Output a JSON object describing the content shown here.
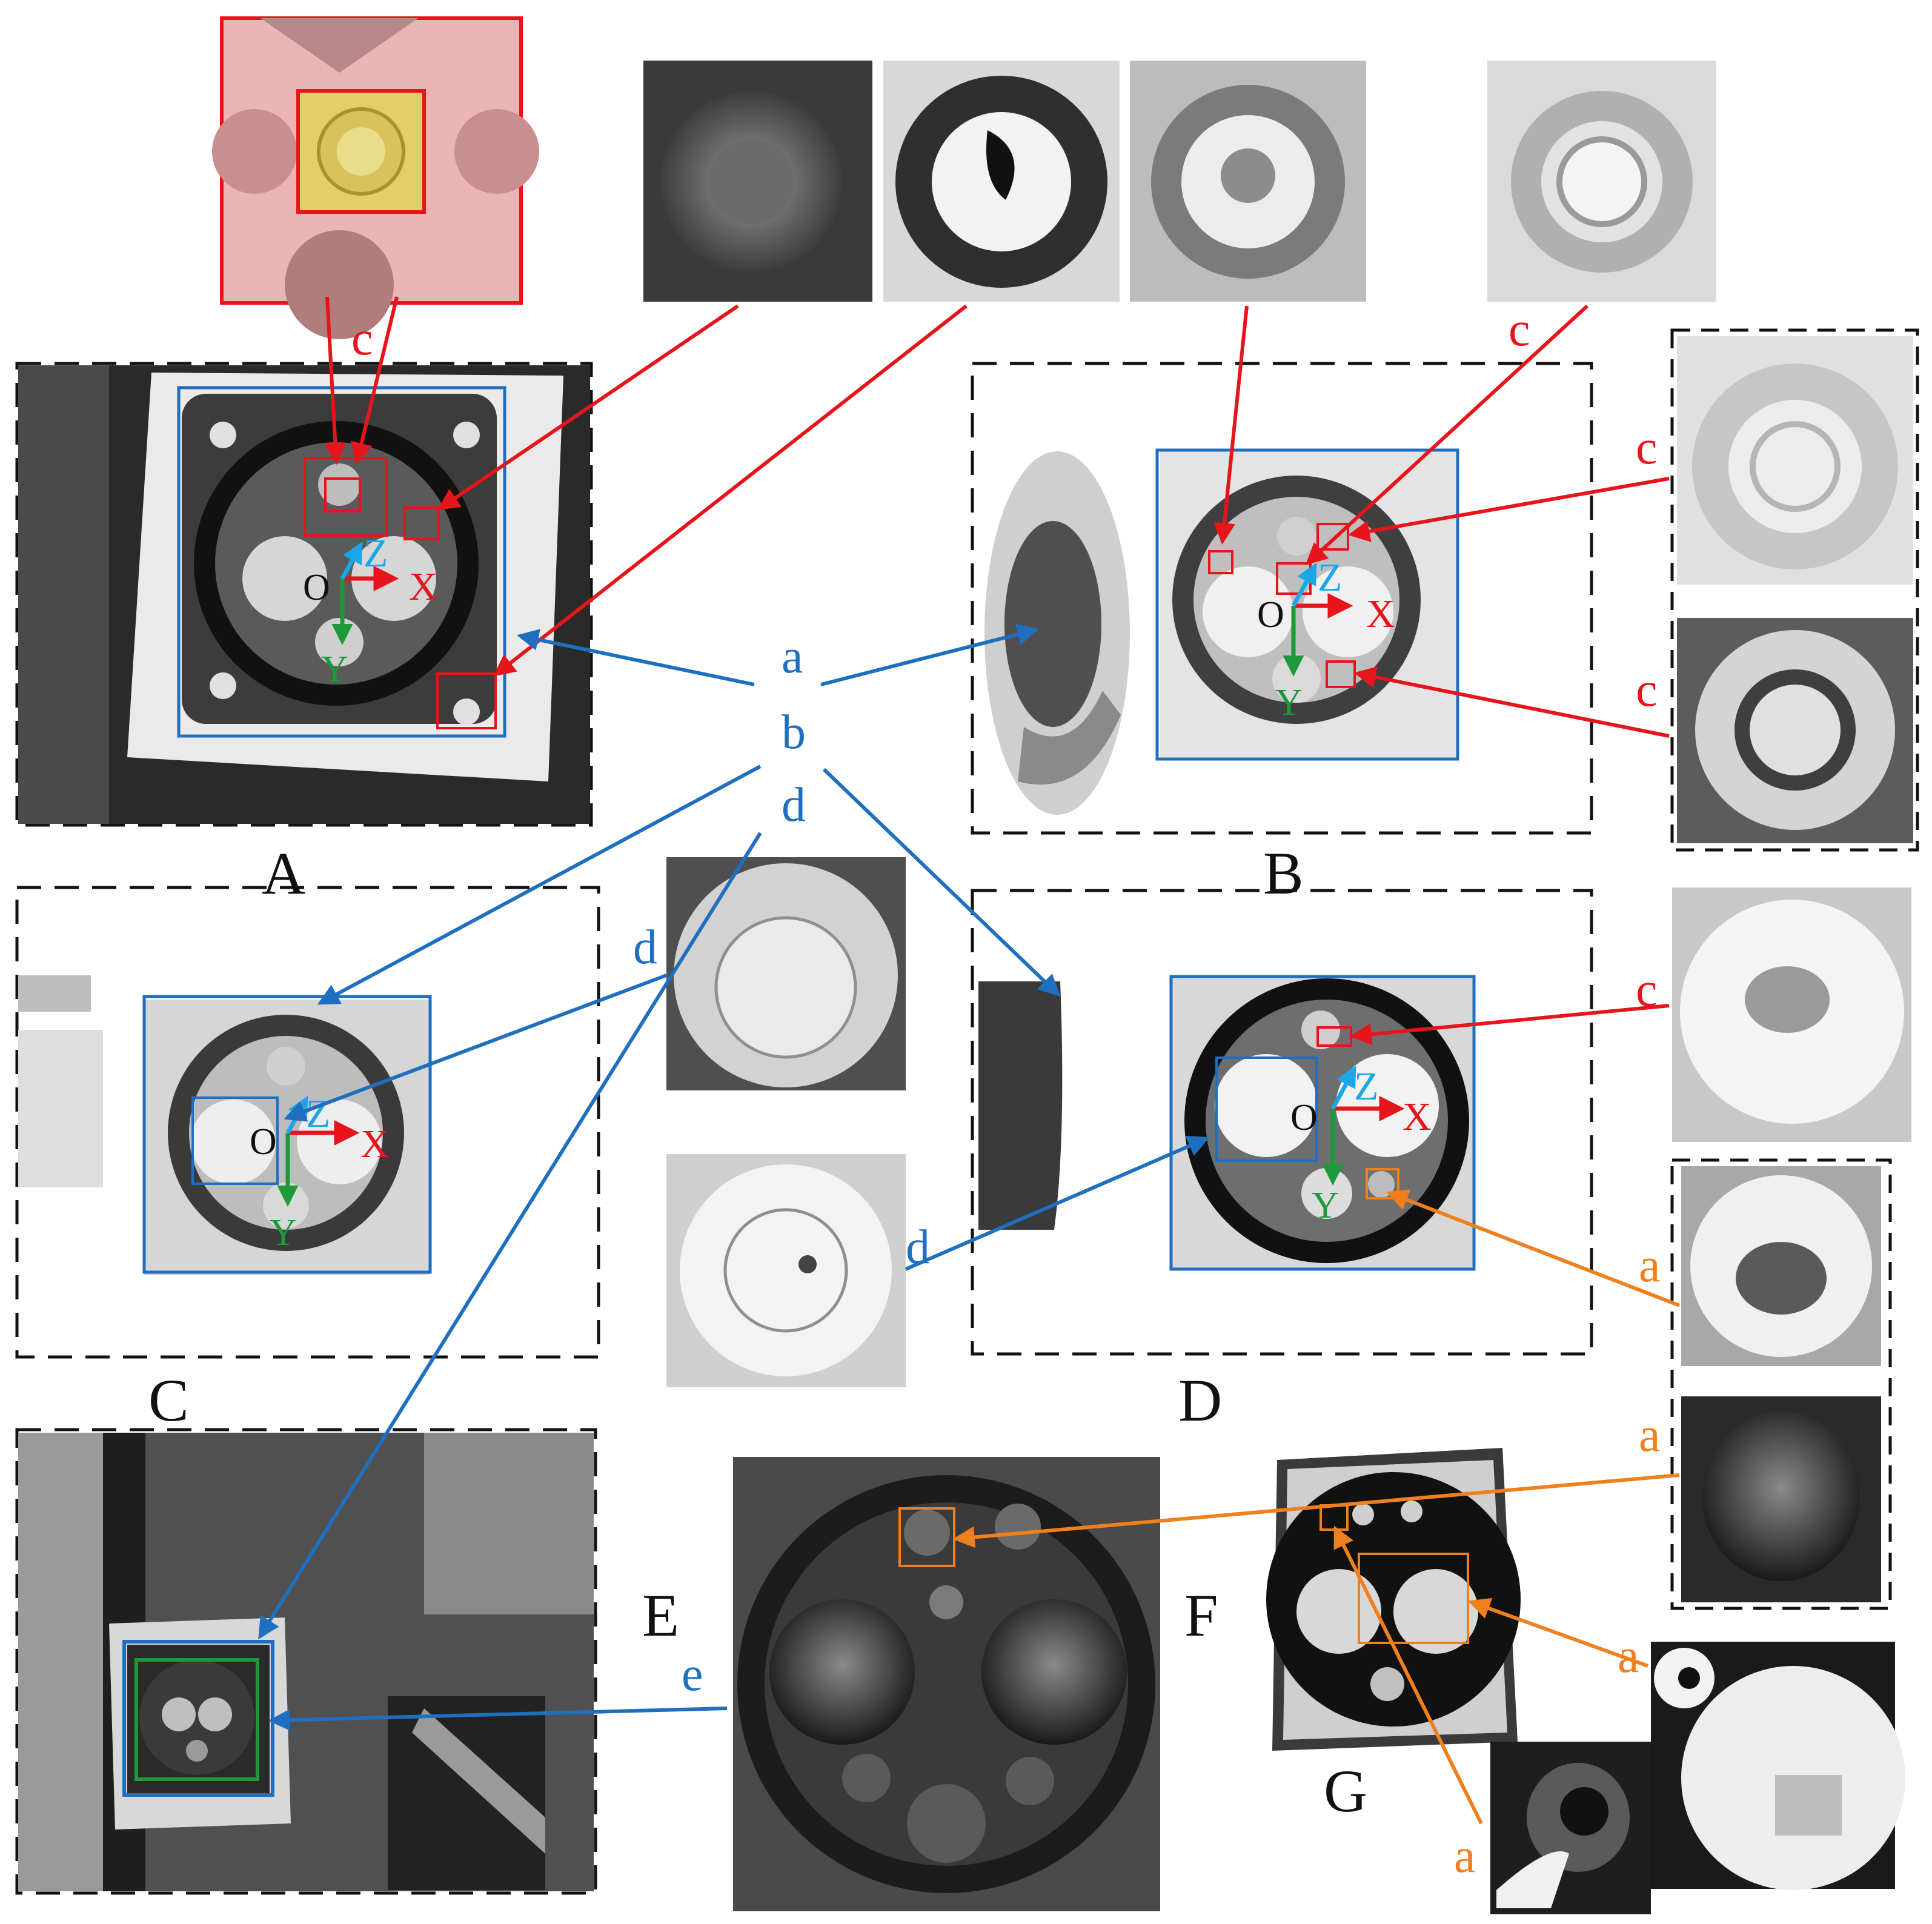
{
  "panels": {
    "A": "A",
    "B": "B",
    "C": "C",
    "D": "D",
    "E": "E",
    "F": "F",
    "G": "G"
  },
  "axes": {
    "origin": "O",
    "x": "X",
    "y": "Y",
    "z": "Z"
  },
  "callouts": {
    "a": "a",
    "b": "b",
    "c": "c",
    "d": "d",
    "e": "e"
  },
  "colors": {
    "red": "#e8141b",
    "blue": "#1f6fc0",
    "orange": "#f07f1e",
    "green": "#1c9a3a",
    "cyan": "#1aa6e8",
    "dash": "#111111"
  }
}
